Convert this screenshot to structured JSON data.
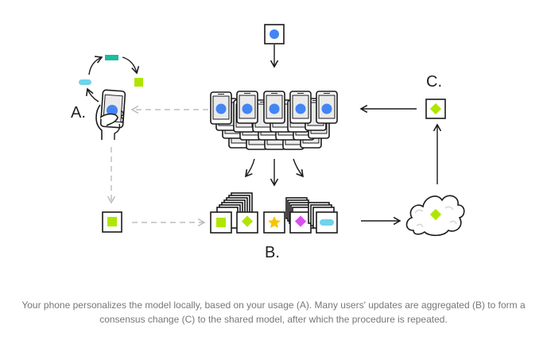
{
  "labels": {
    "a": "A.",
    "b": "B.",
    "c": "C."
  },
  "caption": "Your phone personalizes the model locally, based on your usage (A). Many users' updates are aggregated (B) to form a consensus change (C) to the shared model, after which the procedure is repeated.",
  "colors": {
    "model_blue": "#4285f4",
    "lime": "#aee600",
    "teal": "#1abc9c",
    "cyan": "#6fd3ec",
    "magenta": "#d94ff0",
    "star_yellow": "#f9c400",
    "dashed_gray": "#c0c0c0",
    "ink": "#1a1a1a"
  },
  "icons": {
    "shared_model": "blue-circle-model-icon",
    "phone_in_hand": "phone-in-hand-icon",
    "phone_cluster": "phone-cluster-icon",
    "update_cards": [
      "lime-square-card",
      "lime-diamond-card",
      "yellow-star-card",
      "magenta-diamond-card",
      "cyan-pill-card"
    ],
    "cloud": "cloud-icon",
    "consensus_update": "lime-diamond-icon",
    "local_update": "lime-square-icon"
  }
}
